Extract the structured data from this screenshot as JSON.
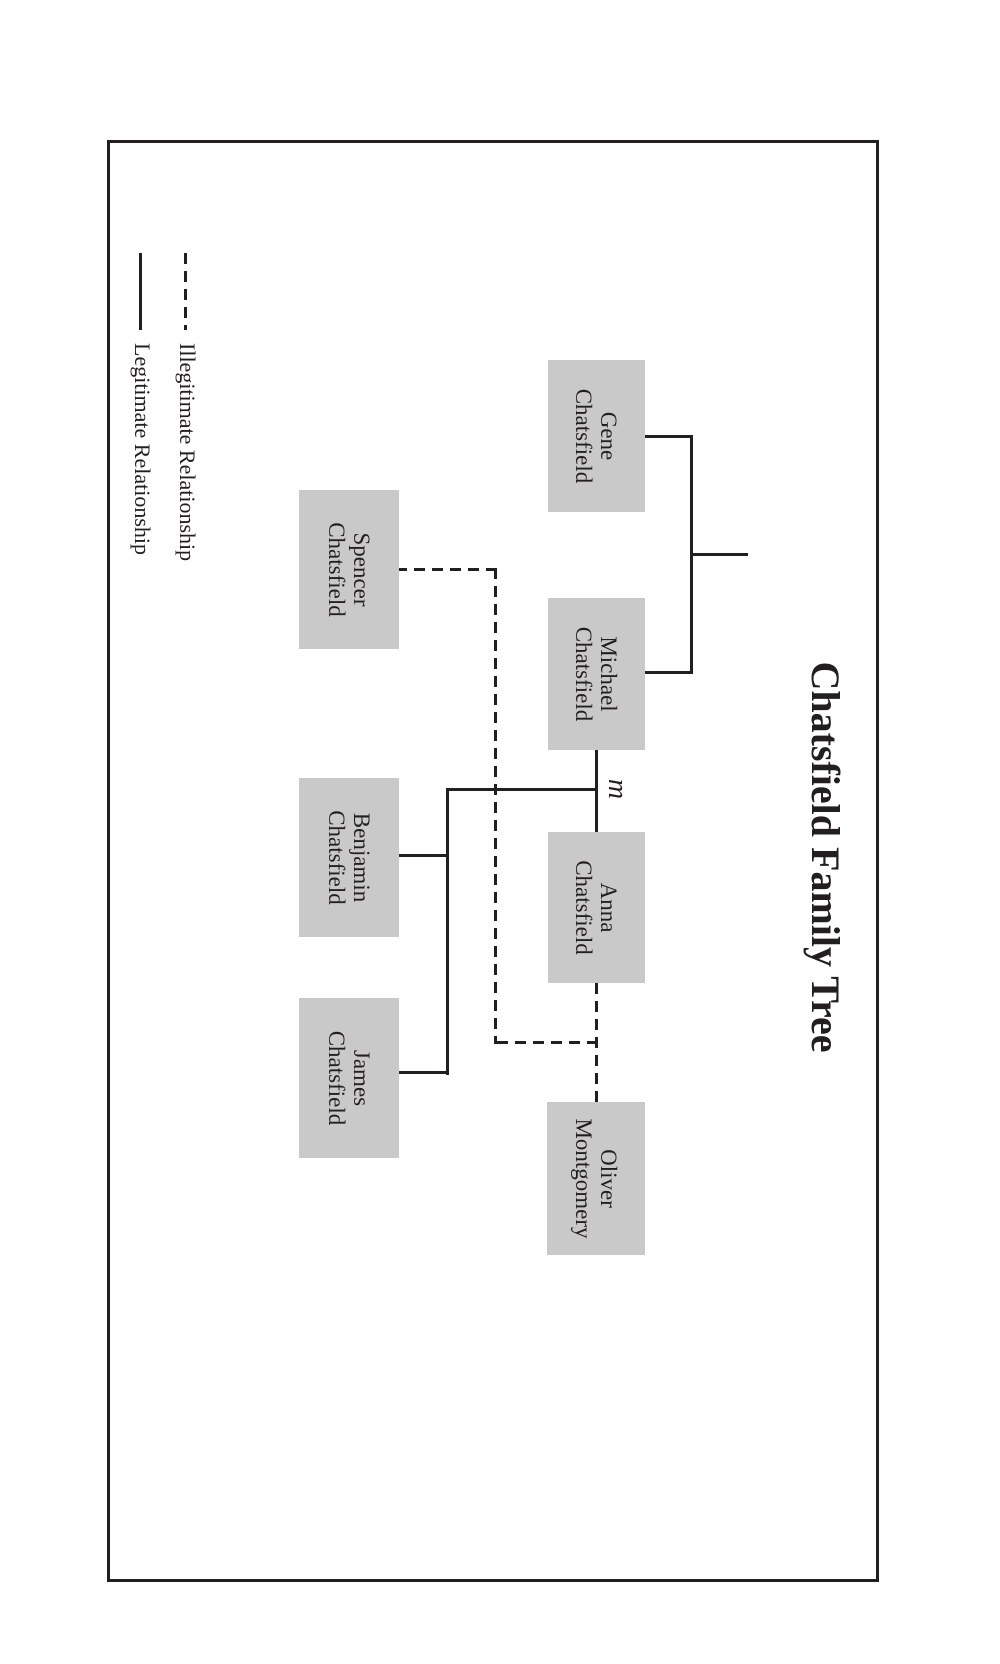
{
  "document": {
    "title": "Chatsfield Family Tree",
    "marriage_label": "m"
  },
  "legend": {
    "items": [
      {
        "label": "Illegitimate Relationship",
        "line_style": "dashed"
      },
      {
        "label": "Legitimate Relationship",
        "line_style": "solid"
      }
    ]
  },
  "people": [
    {
      "first": "Gene",
      "last": "Chatsfield"
    },
    {
      "first": "Michael",
      "last": "Chatsfield"
    },
    {
      "first": "Anna",
      "last": "Chatsfield"
    },
    {
      "first": "Oliver",
      "last": "Montgomery"
    },
    {
      "first": "Spencer",
      "last": "Chatsfield"
    },
    {
      "first": "Benjamin",
      "last": "Chatsfield"
    },
    {
      "first": "James",
      "last": "Chatsfield"
    }
  ],
  "relationships": {
    "siblings": [
      "Gene Chatsfield",
      "Michael Chatsfield"
    ],
    "marriage": {
      "between": [
        "Michael Chatsfield",
        "Anna Chatsfield"
      ],
      "label": "m",
      "line": "solid"
    },
    "children_of_marriage": [
      "Benjamin Chatsfield",
      "James Chatsfield"
    ],
    "illegitimate_relationship": {
      "between": [
        "Anna Chatsfield",
        "Oliver Montgomery"
      ],
      "line": "dashed"
    },
    "child_of_illegitimate_relationship": [
      "Spencer Chatsfield"
    ]
  },
  "colors": {
    "box_fill": "#c9c9ca",
    "line": "#231f20",
    "background": "#ffffff"
  }
}
